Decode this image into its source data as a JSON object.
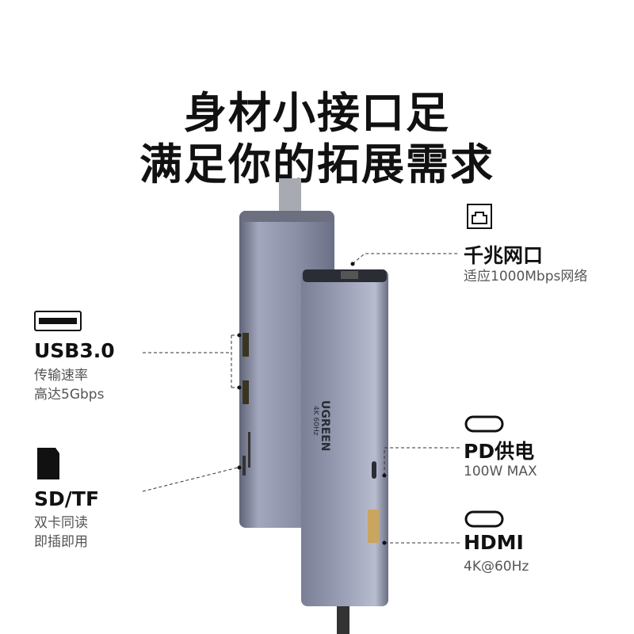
{
  "headline": {
    "line1": "身材小接口足",
    "line2": "满足你的拓展需求"
  },
  "features": {
    "ethernet": {
      "icon": "ethernet-port-icon",
      "title": "千兆网口",
      "desc": "适应1000Mbps网络"
    },
    "usb": {
      "icon": "usb-a-port-icon",
      "title": "USB3.0",
      "desc1": "传输速率",
      "desc2": "高达5Gbps"
    },
    "sd": {
      "icon": "sd-card-icon",
      "title": "SD/TF",
      "desc1": "双卡同读",
      "desc2": "即插即用"
    },
    "pd": {
      "icon": "usb-c-port-icon",
      "title": "PD供电",
      "desc": "100W MAX"
    },
    "hdmi": {
      "icon": "hdmi-port-icon",
      "title": "HDMI",
      "desc": "4K@60Hz"
    }
  },
  "device": {
    "brand": "UGREEN",
    "spec": "4K 60Hz"
  },
  "colors": {
    "body": "#8a8fa6",
    "text": "#111111",
    "sub": "#555555"
  }
}
